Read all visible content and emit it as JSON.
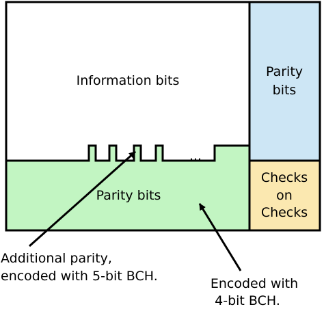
{
  "diagram": {
    "information_block": {
      "label": "Information bits",
      "fill": "#ffffff"
    },
    "parity_column": {
      "line1": "Parity",
      "line2": "bits",
      "fill": "#cde6f5"
    },
    "parity_row": {
      "label": "Parity bits",
      "fill": "#c2f5c2"
    },
    "checks_block": {
      "line1": "Checks",
      "line2": "on",
      "line3": "Checks",
      "fill": "#fbe8b0"
    },
    "ellipsis": "...",
    "notes": {
      "additional_parity": {
        "line1": "Additional parity,",
        "line2": "encoded with 5-bit BCH."
      },
      "encoded_with": {
        "line1": "Encoded with",
        "line2": "4-bit BCH."
      }
    },
    "colors": {
      "stroke": "#000000"
    }
  }
}
